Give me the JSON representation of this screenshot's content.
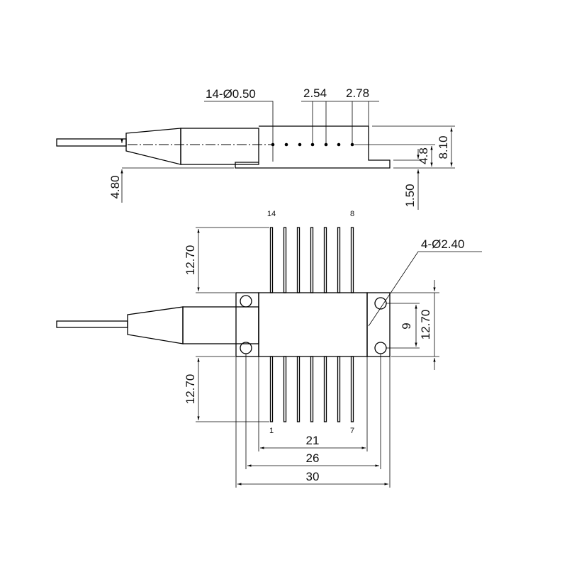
{
  "drawing": {
    "side_view": {
      "pin_callout": "14-Ø0.50",
      "pitch": "2.54",
      "edge_offset": "2.78",
      "height_total": "8.10",
      "pin_height": "4.8",
      "base_thickness": "1.50",
      "fiber_axis_height": "4.80"
    },
    "top_view": {
      "pin_label_top_left": "14",
      "pin_label_top_right": "8",
      "pin_label_bottom_left": "1",
      "pin_label_bottom_right": "7",
      "pin_length_top": "12.70",
      "pin_length_bottom": "12.70",
      "hole_callout": "4-Ø2.40",
      "hole_spacing_vertical": "9",
      "body_height": "12.70",
      "pin_span": "21",
      "hole_spacing_horizontal": "26",
      "overall_width": "30"
    }
  }
}
